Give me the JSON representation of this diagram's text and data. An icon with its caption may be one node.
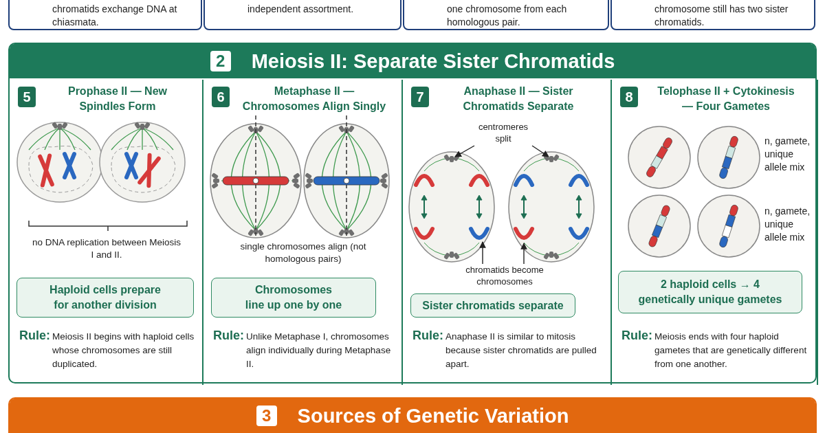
{
  "diagram": {
    "nodes": [
      {
        "text": [
          "chromatids exchange DNA at chiasmata."
        ]
      },
      {
        "text": [
          "independent assortment."
        ]
      },
      {
        "text": [
          "one chromosome from each homologous pair."
        ]
      },
      {
        "text": [
          "chromosome still has two sister chromatids."
        ]
      },
      {
        "text": [
          "2",
          "Meiosis II: Separate Sister Chromatids"
        ]
      },
      {
        "text": [
          "5",
          "Prophase II — New Spindles Form",
          "Rule:",
          "Meiosis II begins with haploid cells whose chromosomes are still duplicated."
        ],
        "in": 4
      },
      {
        "text": [
          "Haploid cells prepare for another division"
        ],
        "in": 5
      },
      {
        "text": [
          "6",
          "Metaphase II — Chromosomes Align Singly",
          "Rule:",
          "Unlike Metaphase I, chromosomes align individually during Metaphase II."
        ],
        "in": 4
      },
      {
        "text": [
          "Chromosomes line up one by one"
        ],
        "in": 7
      },
      {
        "text": [
          "7",
          "Anaphase II — Sister Chromatids Separate",
          "Rule:",
          "Anaphase II is similar to mitosis because sister chromatids are pulled apart."
        ],
        "in": 4
      },
      {
        "text": [
          "centromeres split"
        ],
        "in": 9
      },
      {
        "text": [
          "chromatids become chromosomes"
        ],
        "in": 9
      },
      {
        "text": [
          "Sister chromatids separate"
        ],
        "in": 9
      },
      {
        "text": [
          "8",
          "Telophase II + Cytokinesis — Four Gametes",
          "Rule:",
          "Meiosis ends with four haploid gametes that are genetically different from one another."
        ],
        "in": 4
      },
      {
        "text": [
          "2 haploid cells → 4 genetically unique gametes"
        ],
        "in": 13
      },
      {
        "text": [
          "3",
          "Sources of Genetic Variation"
        ]
      }
    ],
    "edges": [
      {
        "from": 10,
        "to": null,
        "arrow": "to"
      },
      {
        "from": 10,
        "to": null,
        "arrow": "to"
      },
      {
        "from": 11,
        "to": null,
        "arrow": "to"
      },
      {
        "from": 11,
        "to": null,
        "arrow": "to"
      }
    ],
    "labels": [
      "no DNA replication between Meiosis I and II.",
      "single chromosomes align (not homologous pairs)",
      "n, gamete, unique allele mix",
      "n, gamete, unique allele mix"
    ]
  }
}
